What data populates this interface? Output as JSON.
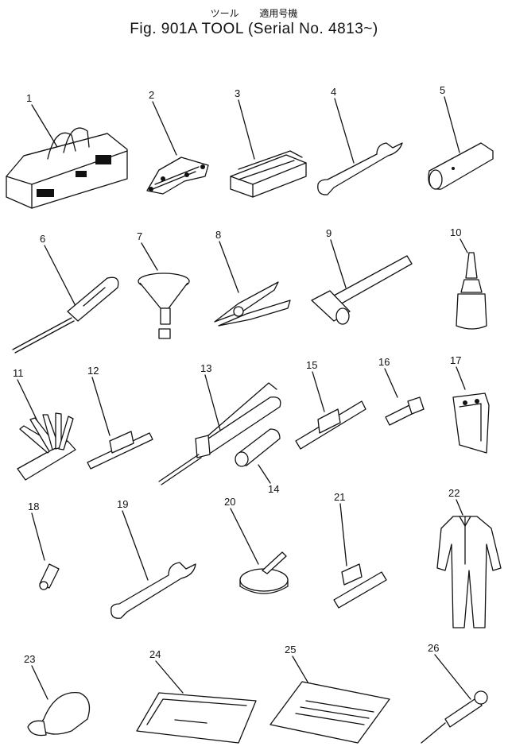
{
  "figure": {
    "title_jp_left": "ツール",
    "title_jp_right": "適用号機",
    "title_main": "Fig. 901A TOOL (Serial No. 4813~)"
  },
  "parts": [
    {
      "no": "1",
      "icon": "tool-bag-icon"
    },
    {
      "no": "2",
      "icon": "wrench-set-icon"
    },
    {
      "no": "3",
      "icon": "tool-box-icon"
    },
    {
      "no": "4",
      "icon": "open-end-wrench-icon"
    },
    {
      "no": "5",
      "icon": "socket-wrench-icon"
    },
    {
      "no": "6",
      "icon": "screwdriver-icon"
    },
    {
      "no": "7",
      "icon": "funnel-icon"
    },
    {
      "no": "8",
      "icon": "pliers-icon"
    },
    {
      "no": "9",
      "icon": "hammer-icon"
    },
    {
      "no": "10",
      "icon": "oil-can-icon"
    },
    {
      "no": "11",
      "icon": "feeler-gauge-icon"
    },
    {
      "no": "12",
      "icon": "bar-icon"
    },
    {
      "no": "13",
      "icon": "grease-gun-icon"
    },
    {
      "no": "14",
      "icon": "cartridge-icon"
    },
    {
      "no": "15",
      "icon": "extension-bar-icon"
    },
    {
      "no": "16",
      "icon": "bolt-icon"
    },
    {
      "no": "17",
      "icon": "bracket-icon"
    },
    {
      "no": "18",
      "icon": "adapter-icon"
    },
    {
      "no": "19",
      "icon": "double-open-wrench-icon"
    },
    {
      "no": "20",
      "icon": "filter-wrench-icon"
    },
    {
      "no": "21",
      "icon": "pipe-bar-icon"
    },
    {
      "no": "22",
      "icon": "coverall-icon"
    },
    {
      "no": "23",
      "icon": "cap-icon"
    },
    {
      "no": "24",
      "icon": "binder-icon"
    },
    {
      "no": "25",
      "icon": "manual-icon"
    },
    {
      "no": "26",
      "icon": "gauge-tool-icon"
    }
  ]
}
